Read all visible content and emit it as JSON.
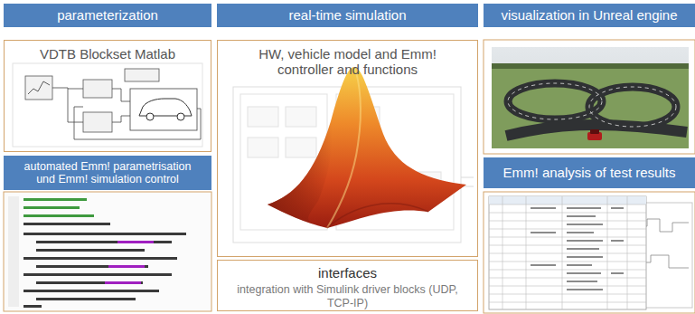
{
  "diagram": {
    "nodes": [
      {
        "text": [
          "parameterization"
        ]
      },
      {
        "text": [
          "VDTB Blockset Matlab"
        ]
      },
      {
        "text": [
          "automated Emm! parametrisation und Emm! simulation control"
        ]
      },
      {
        "text": [
          "real-time simulation"
        ]
      },
      {
        "text": [
          "HW, vehicle model and Emm! controller and functions"
        ]
      },
      {
        "text": [
          "interfaces",
          "integration with Simulink driver blocks (UDP, TCP-IP)"
        ]
      },
      {
        "text": [
          "visualization in Unreal engine"
        ]
      },
      {
        "text": [
          "Emm! analysis of test results"
        ]
      }
    ]
  }
}
